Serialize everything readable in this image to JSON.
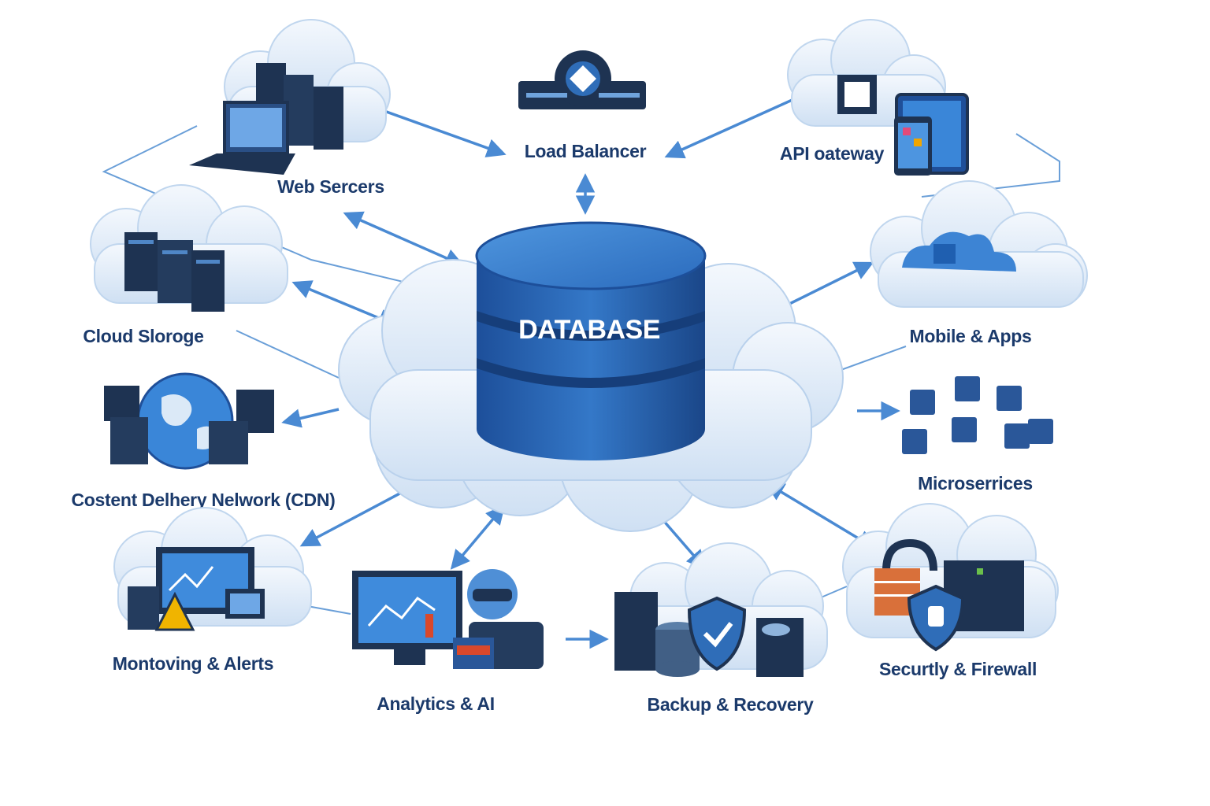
{
  "center": {
    "label": "DATABASE"
  },
  "nodes": {
    "load_balancer": "Load Balancer",
    "web_servers": "Web Sercers",
    "api_gateway": "API oateway",
    "cloud_storage": "Cloud Slorоge",
    "mobile_apps": "Mobile & Apps",
    "cdn": "Costent Delhery Nelwork (CDN)",
    "microservices": "Microserrices",
    "monitoring": "Montoving & Alerts",
    "analytics": "Analytics & AI",
    "backup": "Backup & Recovery",
    "security": "Securtly & Firewall"
  },
  "icons": {
    "load_balancer": "network-switch-icon",
    "web_servers": "server-rack-laptop-icon",
    "api_gateway": "chip-tablet-icon",
    "cloud_storage": "storage-server-icon",
    "mobile_apps": "cloud-app-icon",
    "cdn": "globe-server-icon",
    "microservices": "cubes-icon",
    "monitoring": "monitor-alert-icon",
    "analytics": "chart-robot-icon",
    "backup": "shield-check-icon",
    "security": "lock-firewall-icon"
  },
  "colors": {
    "accent": "#2f6db8",
    "dark_blue": "#1f4f99",
    "cloud": "#e4eef9",
    "label": "#1b3a6b",
    "server": "#1e3352"
  }
}
